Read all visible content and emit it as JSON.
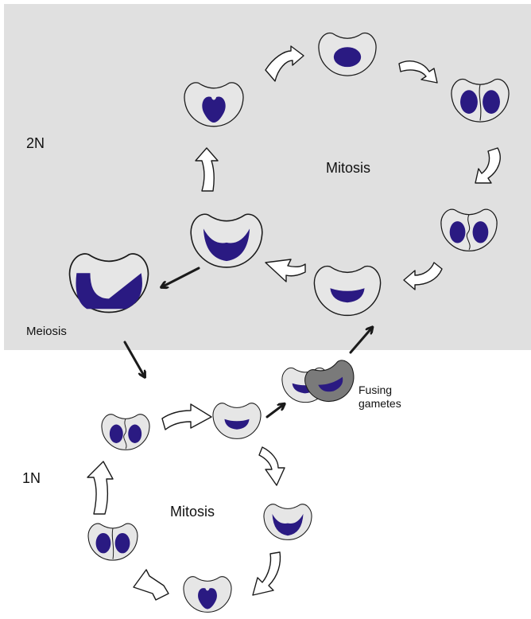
{
  "labels": {
    "ploidy_diploid": "2N",
    "ploidy_haploid": "1N",
    "mitosis_diploid": "Mitosis",
    "mitosis_haploid": "Mitosis",
    "meiosis": "Meiosis",
    "fusing_line1": "Fusing",
    "fusing_line2": "gametes"
  },
  "colors": {
    "diploid_region": "#e0e0e0",
    "cell_fill": "#e6e6e6",
    "cell_outline": "#1a1a1a",
    "nucleus": "#2a1a82",
    "dark_gamete": "#7a7a7a",
    "arrow_outline": "#1a1a1a",
    "arrow_fill": "#ffffff"
  }
}
